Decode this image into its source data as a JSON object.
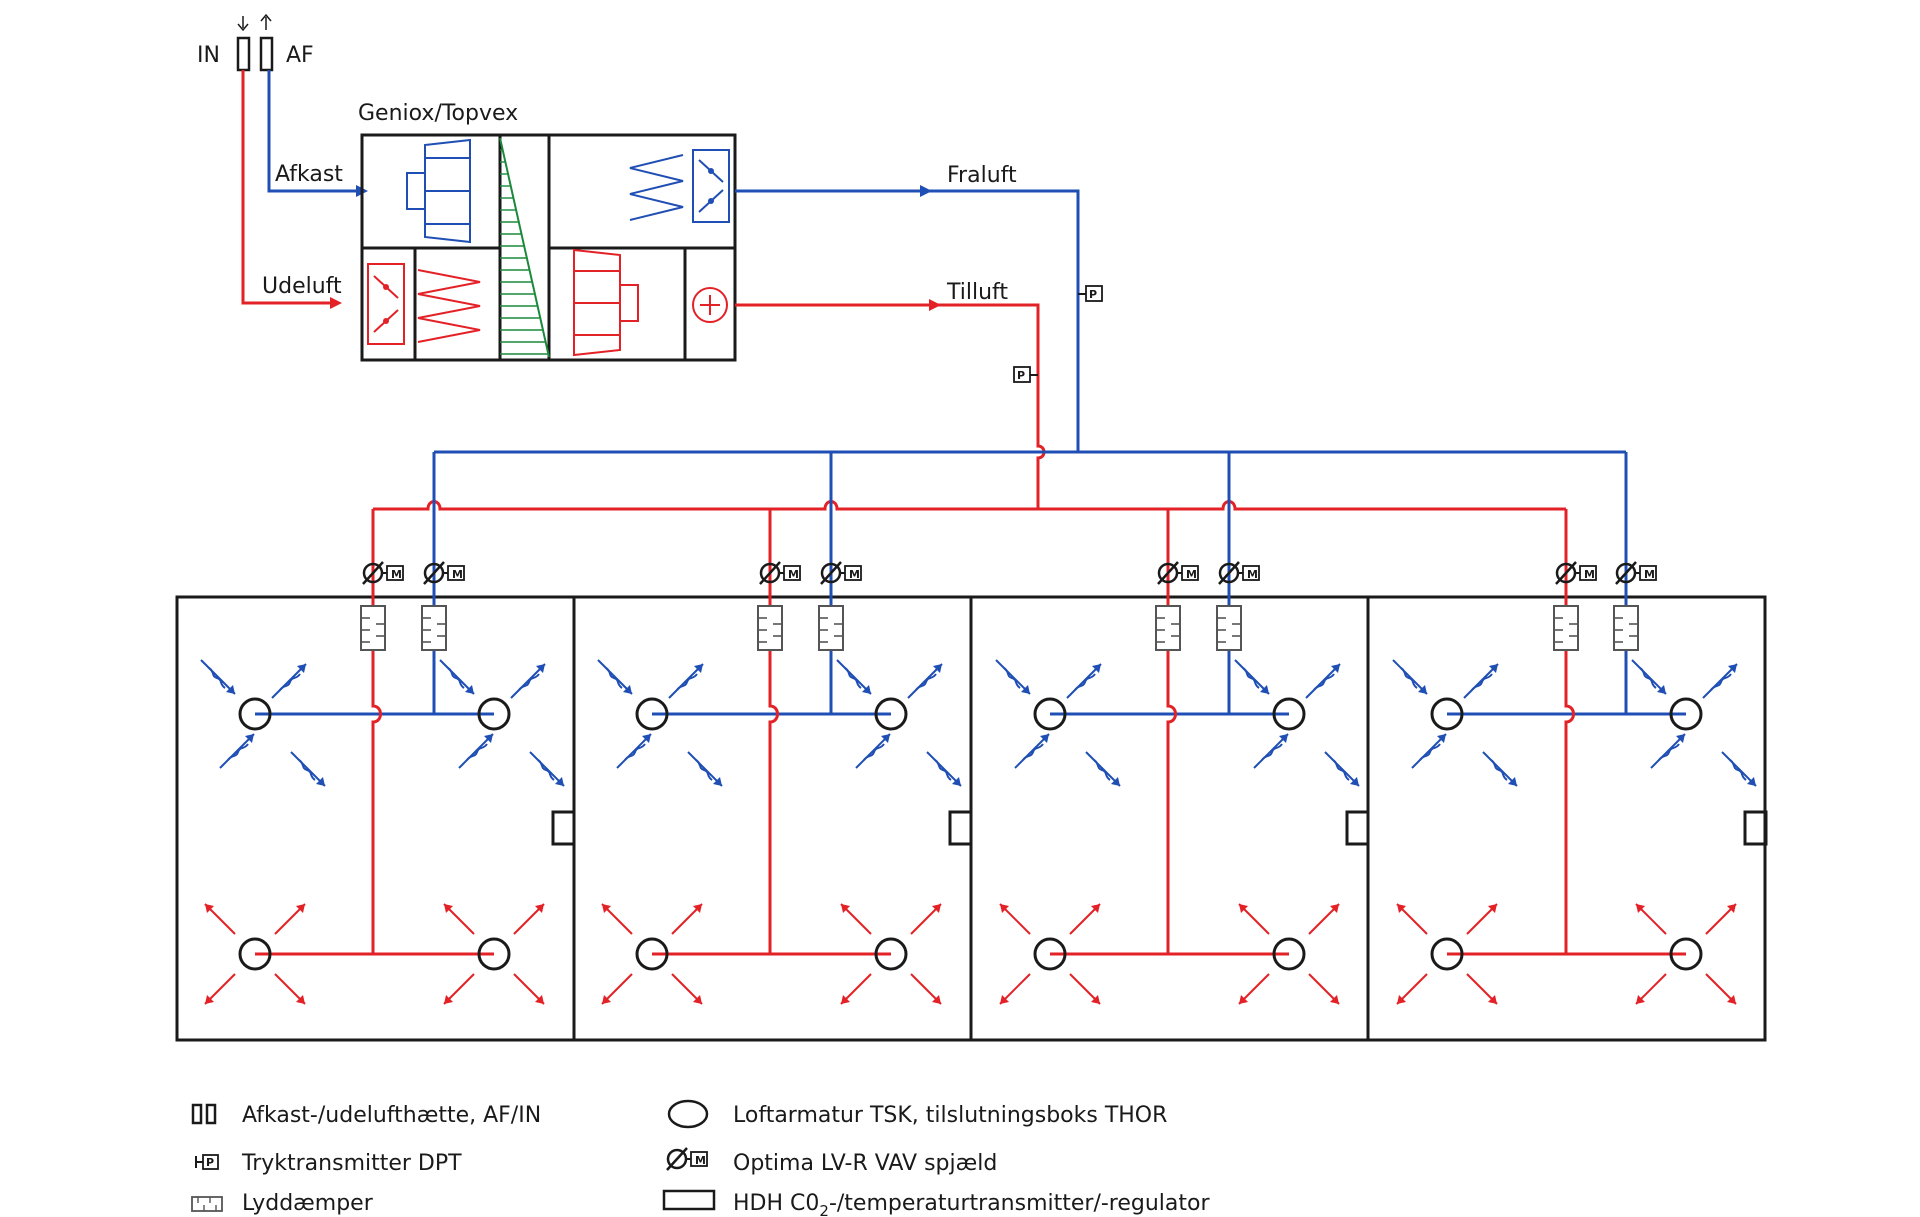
{
  "colors": {
    "supply": "#e32227",
    "extract": "#1f4fb4",
    "outline": "#1a1a1a",
    "heat_recovery": "#1a8a3a"
  },
  "hood": {
    "in_label": "IN",
    "af_label": "AF"
  },
  "ahu": {
    "title": "Geniox/Topvex"
  },
  "ducts": {
    "afkast": "Afkast",
    "udeluft": "Udeluft",
    "fraluft": "Fraluft",
    "tilluft": "Tilluft"
  },
  "symbols": {
    "pressure_letter": "P",
    "motor_letter": "M"
  },
  "rooms": [
    {
      "id": "room-1"
    },
    {
      "id": "room-2"
    },
    {
      "id": "room-3"
    },
    {
      "id": "room-4"
    }
  ],
  "legend": {
    "hood": "Afkast-/udelufthætte, AF/IN",
    "pressure": "Tryktransmitter DPT",
    "silencer": "Lyddæmper",
    "diffuser": "Loftarmatur TSK, tilslutningsboks THOR",
    "vav": "Optima LV-R VAV spjæld",
    "sensor_pre": "HDH C0",
    "sensor_sub": "2",
    "sensor_post": "-/temperaturtransmitter/-regulator"
  }
}
